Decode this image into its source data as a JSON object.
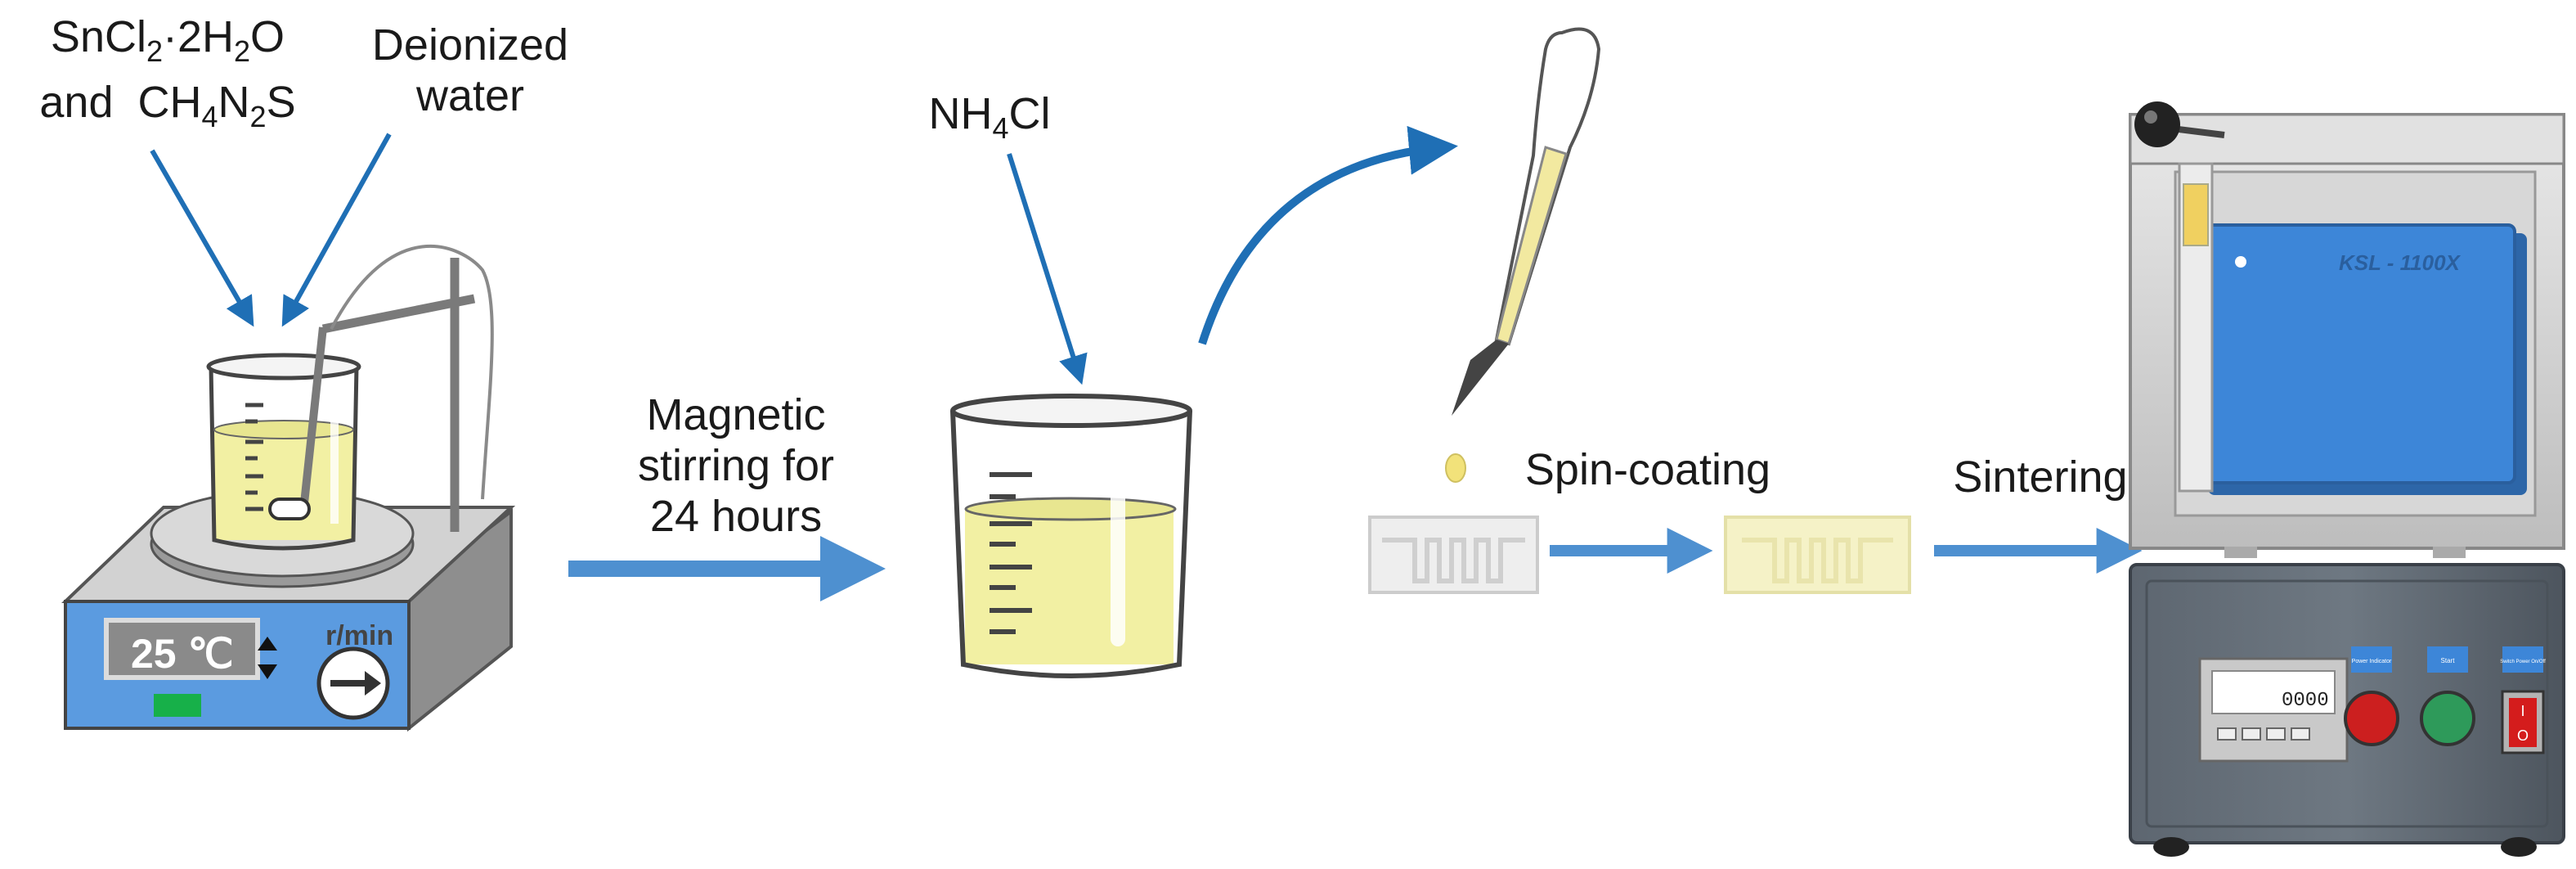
{
  "reagents": {
    "line1_main": "SnCl",
    "line1_sub1": "2",
    "line1_mid": "·2H",
    "line1_sub2": "2",
    "line1_end": "O",
    "line2_and": "and",
    "line2_c": "CH",
    "line2_sub1": "4",
    "line2_n": "N",
    "line2_sub2": "2",
    "line2_s": "S"
  },
  "water": {
    "line1": "Deionized",
    "line2": "water"
  },
  "stirrer": {
    "temperature": "25 ℃",
    "speed_unit": "r/min"
  },
  "ammonium": {
    "main": "NH",
    "sub": "4",
    "end": "Cl"
  },
  "step_stirring": {
    "line1": "Magnetic",
    "line2": "stirring for",
    "line3": "24 hours"
  },
  "step_spin": "Spin-coating",
  "step_sinter": "Sintering",
  "furnace": {
    "model": "KSL - 1100X",
    "btn1": "Power Indicator",
    "btn2": "Start",
    "btn3": "Switch Power On/Off",
    "display": "0000",
    "switch_on": "I",
    "switch_off": "O"
  },
  "colors": {
    "arrow": "#1f6fb5",
    "process_arrow": "#4e90d0",
    "solution": "#f2f0a3",
    "stirrer_front": "#5b9be0",
    "furnace_door": "#3d86d8"
  }
}
